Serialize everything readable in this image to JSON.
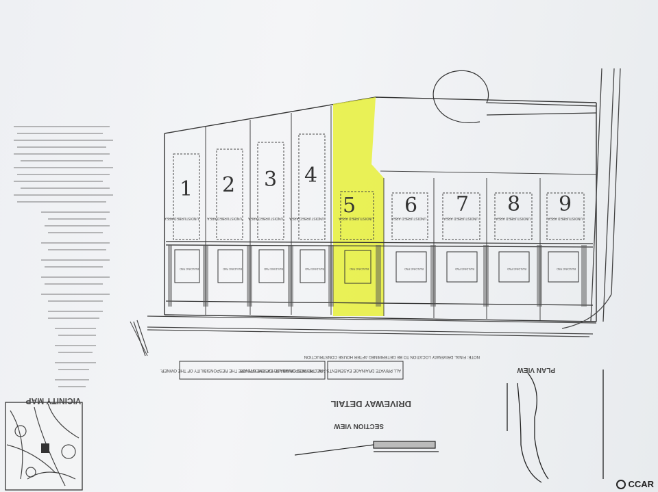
{
  "document": {
    "type": "subdivision plat",
    "highlight_color": "#e8f03a"
  },
  "lots": [
    "1",
    "2",
    "3",
    "4",
    "5",
    "6",
    "7",
    "8",
    "9"
  ],
  "lot_area_label": "UNDISTURBED AREA",
  "pad_label": "BUILDING PAD",
  "vicinity_map_title": "VICINITY MAP",
  "driveway_detail_title": "DRIVEWAY DETAIL",
  "section_view_title": "SECTION VIEW",
  "plan_view_title": "PLAN VIEW",
  "drainage_note": "ALL PRIVATE DRAINAGE EASEMENTS ARE THE RESPONSIBILITY OF THE OWNER.",
  "driveway_note": "NOTE: FINAL DRIVEWAY LOCATION TO BE DETERMINED AFTER HOUSE CONSTRUCTION",
  "watermark": "CCAR"
}
